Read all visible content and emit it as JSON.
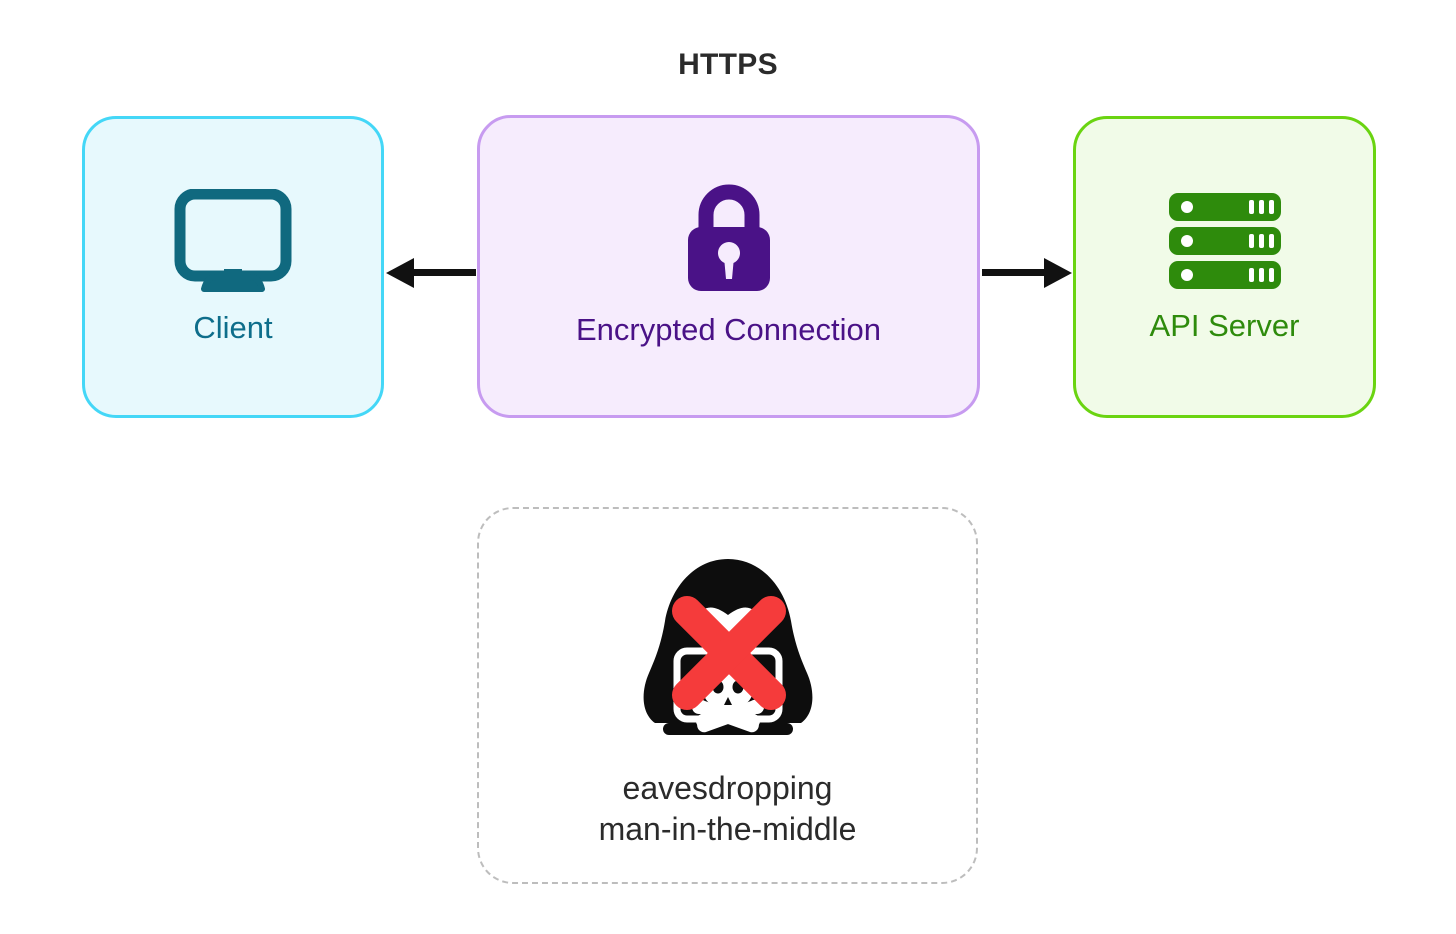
{
  "diagram": {
    "title": "HTTPS",
    "background_color": "#ffffff",
    "nodes": [
      {
        "id": "client",
        "label": "Client",
        "icon": "monitor-icon",
        "fill_color": "#e7f9fd",
        "border_color": "#44d7f7",
        "text_color": "#0e6e8b"
      },
      {
        "id": "encrypted",
        "label": "Encrypted Connection",
        "icon": "lock-icon",
        "fill_color": "#f6ecfd",
        "border_color": "#c79bf0",
        "text_color": "#4a1287"
      },
      {
        "id": "server",
        "label": "API Server",
        "icon": "server-rack-icon",
        "fill_color": "#f1fbe8",
        "border_color": "#6ad411",
        "text_color": "#2e8b0c"
      }
    ],
    "arrows": [
      {
        "id": "to-client",
        "direction": "left",
        "from": "encrypted",
        "to": "client",
        "color": "#111111"
      },
      {
        "id": "to-server",
        "direction": "right",
        "from": "encrypted",
        "to": "server",
        "color": "#111111"
      }
    ],
    "threat": {
      "icon": "hacker-blocked-icon",
      "line1": "eavesdropping",
      "line2": "man-in-the-middle",
      "border_color": "#bdbdbd",
      "border_style": "dashed",
      "text_color": "#2b2b2b",
      "block_mark_color": "#f53b3b",
      "figure_color": "#0d0d0d"
    }
  }
}
